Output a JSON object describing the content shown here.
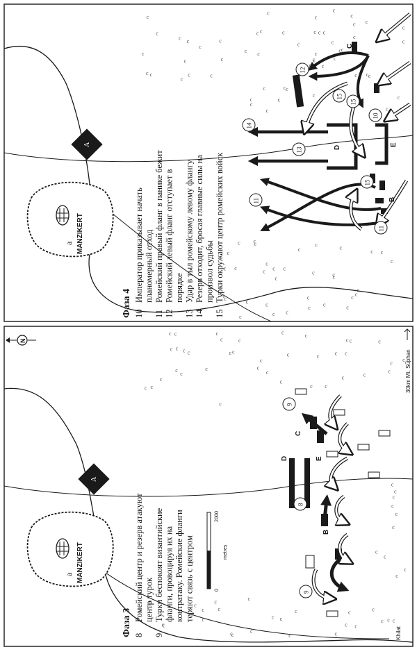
{
  "north_label": "N",
  "colors": {
    "ink": "#1a1a1a",
    "paper": "#ffffff",
    "dot": "#555555"
  },
  "top_panel": {
    "phase_title": "Фаза 4",
    "items": [
      {
        "num": "10",
        "lines": [
          "Император приказывает начать",
          "планомерный отход"
        ]
      },
      {
        "num": "11",
        "lines": [
          "Ромейский правый фланг в панике бежит"
        ]
      },
      {
        "num": "12",
        "lines": [
          "Ромейский левый фланг отступает в",
          "порядке"
        ]
      },
      {
        "num": "13",
        "lines": [
          "Удар в тыл ромейскому левому флангу"
        ]
      },
      {
        "num": "14",
        "lines": [
          "Резерв отходит, бросая главные силы на",
          "произвол судьбы"
        ]
      },
      {
        "num": "15",
        "lines": [
          "Турки окружают центр ромейских войск"
        ]
      }
    ],
    "town_label": "MANZIKERT",
    "town_letter": "a",
    "camp_letter": "A",
    "unit_labels": [
      "B",
      "C",
      "D",
      "E"
    ],
    "markers": [
      "10",
      "11",
      "11",
      "12",
      "13",
      "14",
      "15",
      "15",
      "15"
    ]
  },
  "bottom_panel": {
    "phase_title": "Фаза 3",
    "items": [
      {
        "num": "8",
        "lines": [
          "Ромейский центр и резерв атакуют",
          "центр турок"
        ]
      },
      {
        "num": "9",
        "lines": [
          "Турки беспокоят византийские",
          "фланги, провоцируя их на",
          "контратаку. Ромейские фланги",
          "теряют связь с центром"
        ]
      }
    ],
    "town_label": "MANZIKERT",
    "town_letter": "a",
    "camp_letter": "A",
    "unit_labels": [
      "B",
      "C",
      "D",
      "E"
    ],
    "markers": [
      "8",
      "9",
      "9"
    ],
    "scale": {
      "start": "0",
      "end": "2000",
      "unit": "metres"
    },
    "road_labels": [
      "Khilat",
      "30km Mt. Suphan"
    ]
  }
}
